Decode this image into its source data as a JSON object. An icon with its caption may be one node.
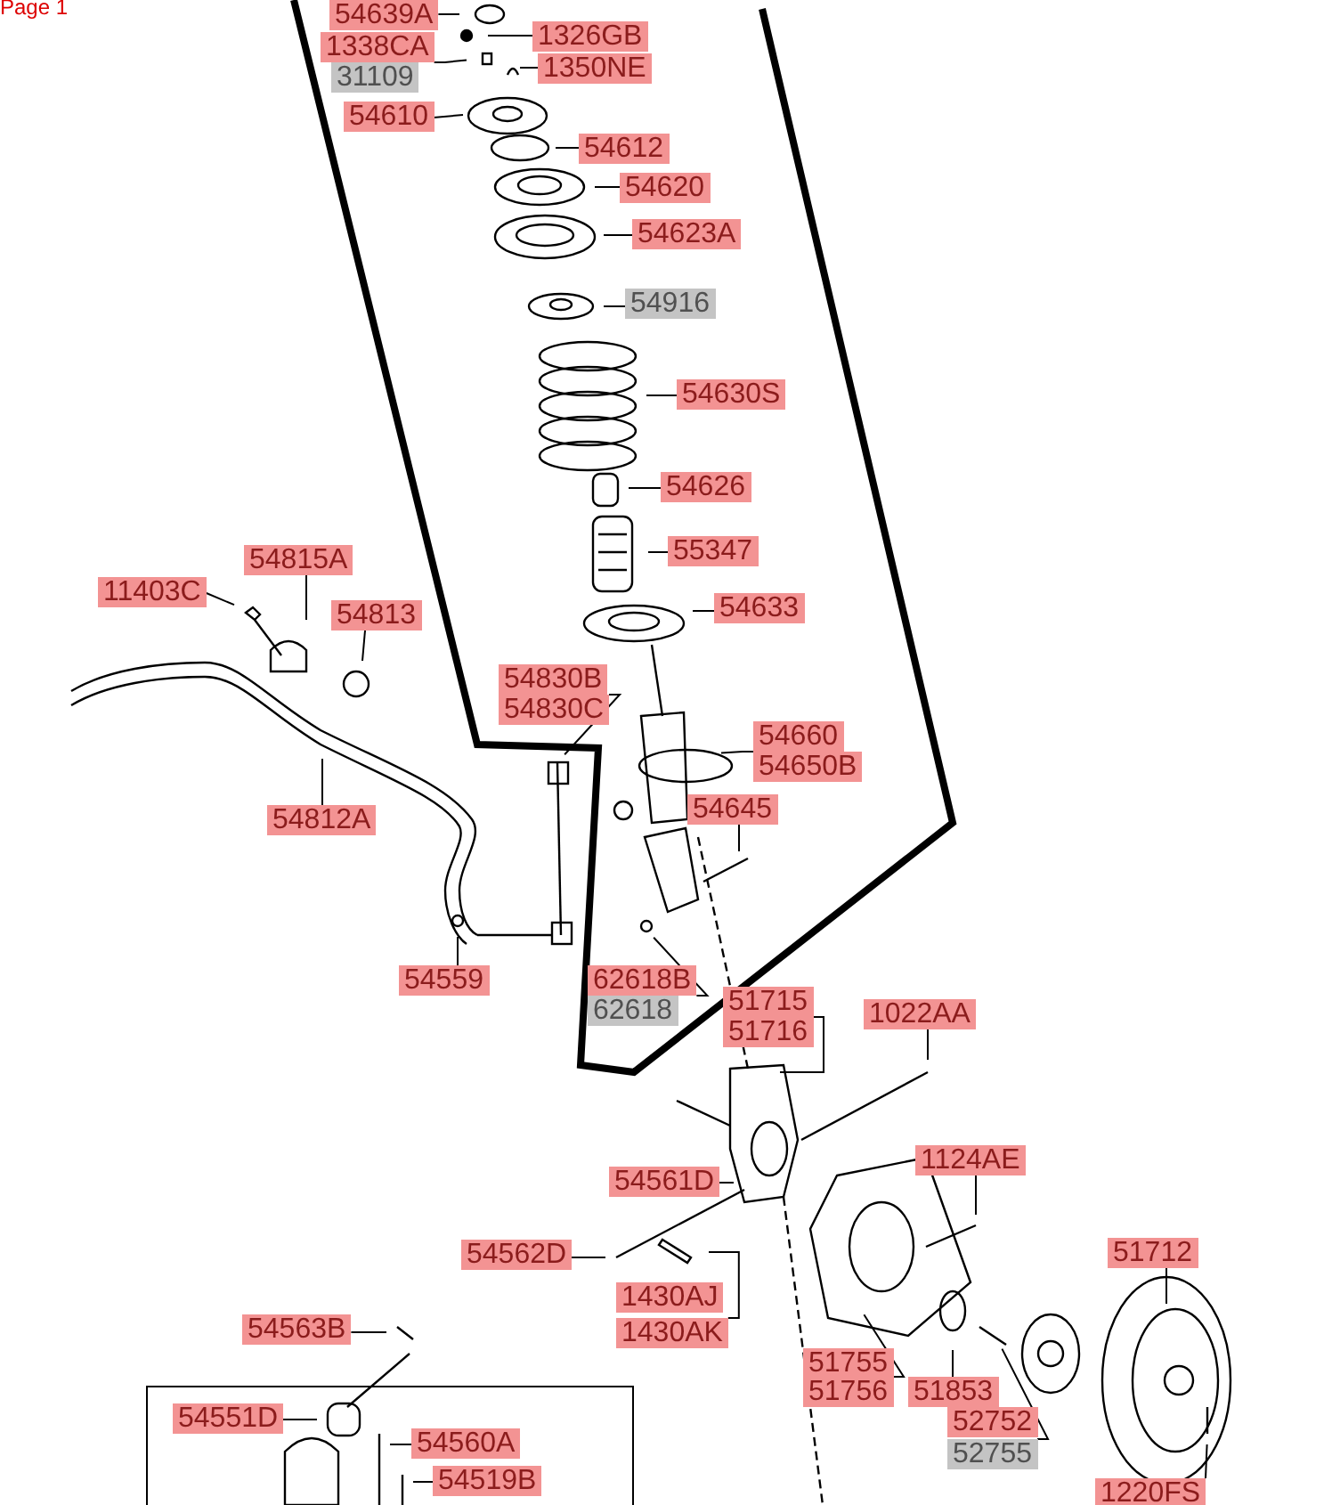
{
  "diagram": {
    "nodes": [
      {
        "text": [
          "54639A"
        ]
      },
      {
        "text": [
          "1338CA"
        ]
      },
      {
        "text": [
          "31109"
        ]
      },
      {
        "text": [
          "1326GB"
        ]
      },
      {
        "text": [
          "1350NE"
        ]
      },
      {
        "text": [
          "54610"
        ]
      },
      {
        "text": [
          "54612"
        ]
      },
      {
        "text": [
          "54620"
        ]
      },
      {
        "text": [
          "54623A"
        ]
      },
      {
        "text": [
          "54916"
        ]
      },
      {
        "text": [
          "54630S"
        ]
      },
      {
        "text": [
          "54626"
        ]
      },
      {
        "text": [
          "55347"
        ]
      },
      {
        "text": [
          "54633"
        ]
      },
      {
        "text": [
          "11403C"
        ]
      },
      {
        "text": [
          "54815A"
        ]
      },
      {
        "text": [
          "54813"
        ]
      },
      {
        "text": [
          "54830B"
        ]
      },
      {
        "text": [
          "54830C"
        ]
      },
      {
        "text": [
          "54660"
        ]
      },
      {
        "text": [
          "54650B"
        ]
      },
      {
        "text": [
          "54812A"
        ]
      },
      {
        "text": [
          "54645"
        ]
      },
      {
        "text": [
          "54559"
        ]
      },
      {
        "text": [
          "62618B"
        ]
      },
      {
        "text": [
          "62618"
        ]
      },
      {
        "text": [
          "51715"
        ]
      },
      {
        "text": [
          "51716"
        ]
      },
      {
        "text": [
          "1022AA"
        ]
      },
      {
        "text": [
          "54561D"
        ]
      },
      {
        "text": [
          "1124AE"
        ]
      },
      {
        "text": [
          "54562D"
        ]
      },
      {
        "text": [
          "51712"
        ]
      },
      {
        "text": [
          "1430AJ"
        ]
      },
      {
        "text": [
          "1430AK"
        ]
      },
      {
        "text": [
          "54563B"
        ]
      },
      {
        "text": [
          "51755"
        ]
      },
      {
        "text": [
          "51756"
        ]
      },
      {
        "text": [
          "51853"
        ]
      },
      {
        "text": [
          "52752"
        ]
      },
      {
        "text": [
          "52755"
        ]
      },
      {
        "text": [],
        "shape": "box"
      },
      {
        "text": [
          "54551D"
        ],
        "in": 41
      },
      {
        "text": [
          "54560A"
        ],
        "in": 41
      },
      {
        "text": [
          "54519B"
        ],
        "in": 41
      },
      {
        "text": [
          "1220FS"
        ]
      }
    ],
    "edges": [
      {
        "from": 0,
        "to": null,
        "arrow": "none"
      },
      {
        "from": 1,
        "to": null,
        "arrow": "none"
      },
      {
        "from": 2,
        "to": null,
        "arrow": "none"
      },
      {
        "from": 3,
        "to": null,
        "arrow": "none"
      },
      {
        "from": 4,
        "to": null,
        "arrow": "none"
      },
      {
        "from": 5,
        "to": null,
        "arrow": "none"
      },
      {
        "from": 6,
        "to": null,
        "arrow": "none"
      },
      {
        "from": 7,
        "to": null,
        "arrow": "none"
      },
      {
        "from": 8,
        "to": null,
        "arrow": "none"
      },
      {
        "from": 9,
        "to": null,
        "arrow": "none"
      },
      {
        "from": 10,
        "to": null,
        "arrow": "none"
      },
      {
        "from": 11,
        "to": null,
        "arrow": "none"
      },
      {
        "from": 12,
        "to": null,
        "arrow": "none"
      },
      {
        "from": 13,
        "to": null,
        "arrow": "none"
      },
      {
        "from": 14,
        "to": null,
        "arrow": "none"
      },
      {
        "from": 15,
        "to": null,
        "arrow": "none"
      },
      {
        "from": 16,
        "to": null,
        "arrow": "none"
      },
      {
        "from": 17,
        "to": null,
        "arrow": "none"
      },
      {
        "from": 18,
        "to": null,
        "arrow": "none"
      },
      {
        "from": 19,
        "to": null,
        "arrow": "none"
      },
      {
        "from": 20,
        "to": null,
        "arrow": "none"
      },
      {
        "from": 21,
        "to": null,
        "arrow": "none"
      },
      {
        "from": 22,
        "to": null,
        "arrow": "none"
      },
      {
        "from": 23,
        "to": null,
        "arrow": "none"
      },
      {
        "from": 24,
        "to": null,
        "arrow": "none"
      },
      {
        "from": 25,
        "to": null,
        "arrow": "none"
      },
      {
        "from": 26,
        "to": null,
        "arrow": "none"
      },
      {
        "from": 27,
        "to": null,
        "arrow": "none"
      },
      {
        "from": 28,
        "to": null,
        "arrow": "none"
      },
      {
        "from": 29,
        "to": null,
        "arrow": "none"
      },
      {
        "from": 30,
        "to": null,
        "arrow": "none"
      },
      {
        "from": 31,
        "to": null,
        "arrow": "none"
      },
      {
        "from": 32,
        "to": null,
        "arrow": "none"
      },
      {
        "from": 33,
        "to": null,
        "arrow": "none"
      },
      {
        "from": 34,
        "to": null,
        "arrow": "none"
      },
      {
        "from": 35,
        "to": null,
        "arrow": "none"
      },
      {
        "from": 36,
        "to": null,
        "arrow": "none"
      },
      {
        "from": 37,
        "to": null,
        "arrow": "none"
      },
      {
        "from": 38,
        "to": null,
        "arrow": "none"
      },
      {
        "from": 39,
        "to": null,
        "arrow": "none"
      },
      {
        "from": 40,
        "to": null,
        "arrow": "none"
      },
      {
        "from": 42,
        "to": null,
        "arrow": "none"
      },
      {
        "from": 43,
        "to": null,
        "arrow": "none"
      },
      {
        "from": 44,
        "to": null,
        "arrow": "none"
      },
      {
        "from": 45,
        "to": null,
        "arrow": "none"
      }
    ],
    "labels": [
      "Page 1"
    ]
  }
}
